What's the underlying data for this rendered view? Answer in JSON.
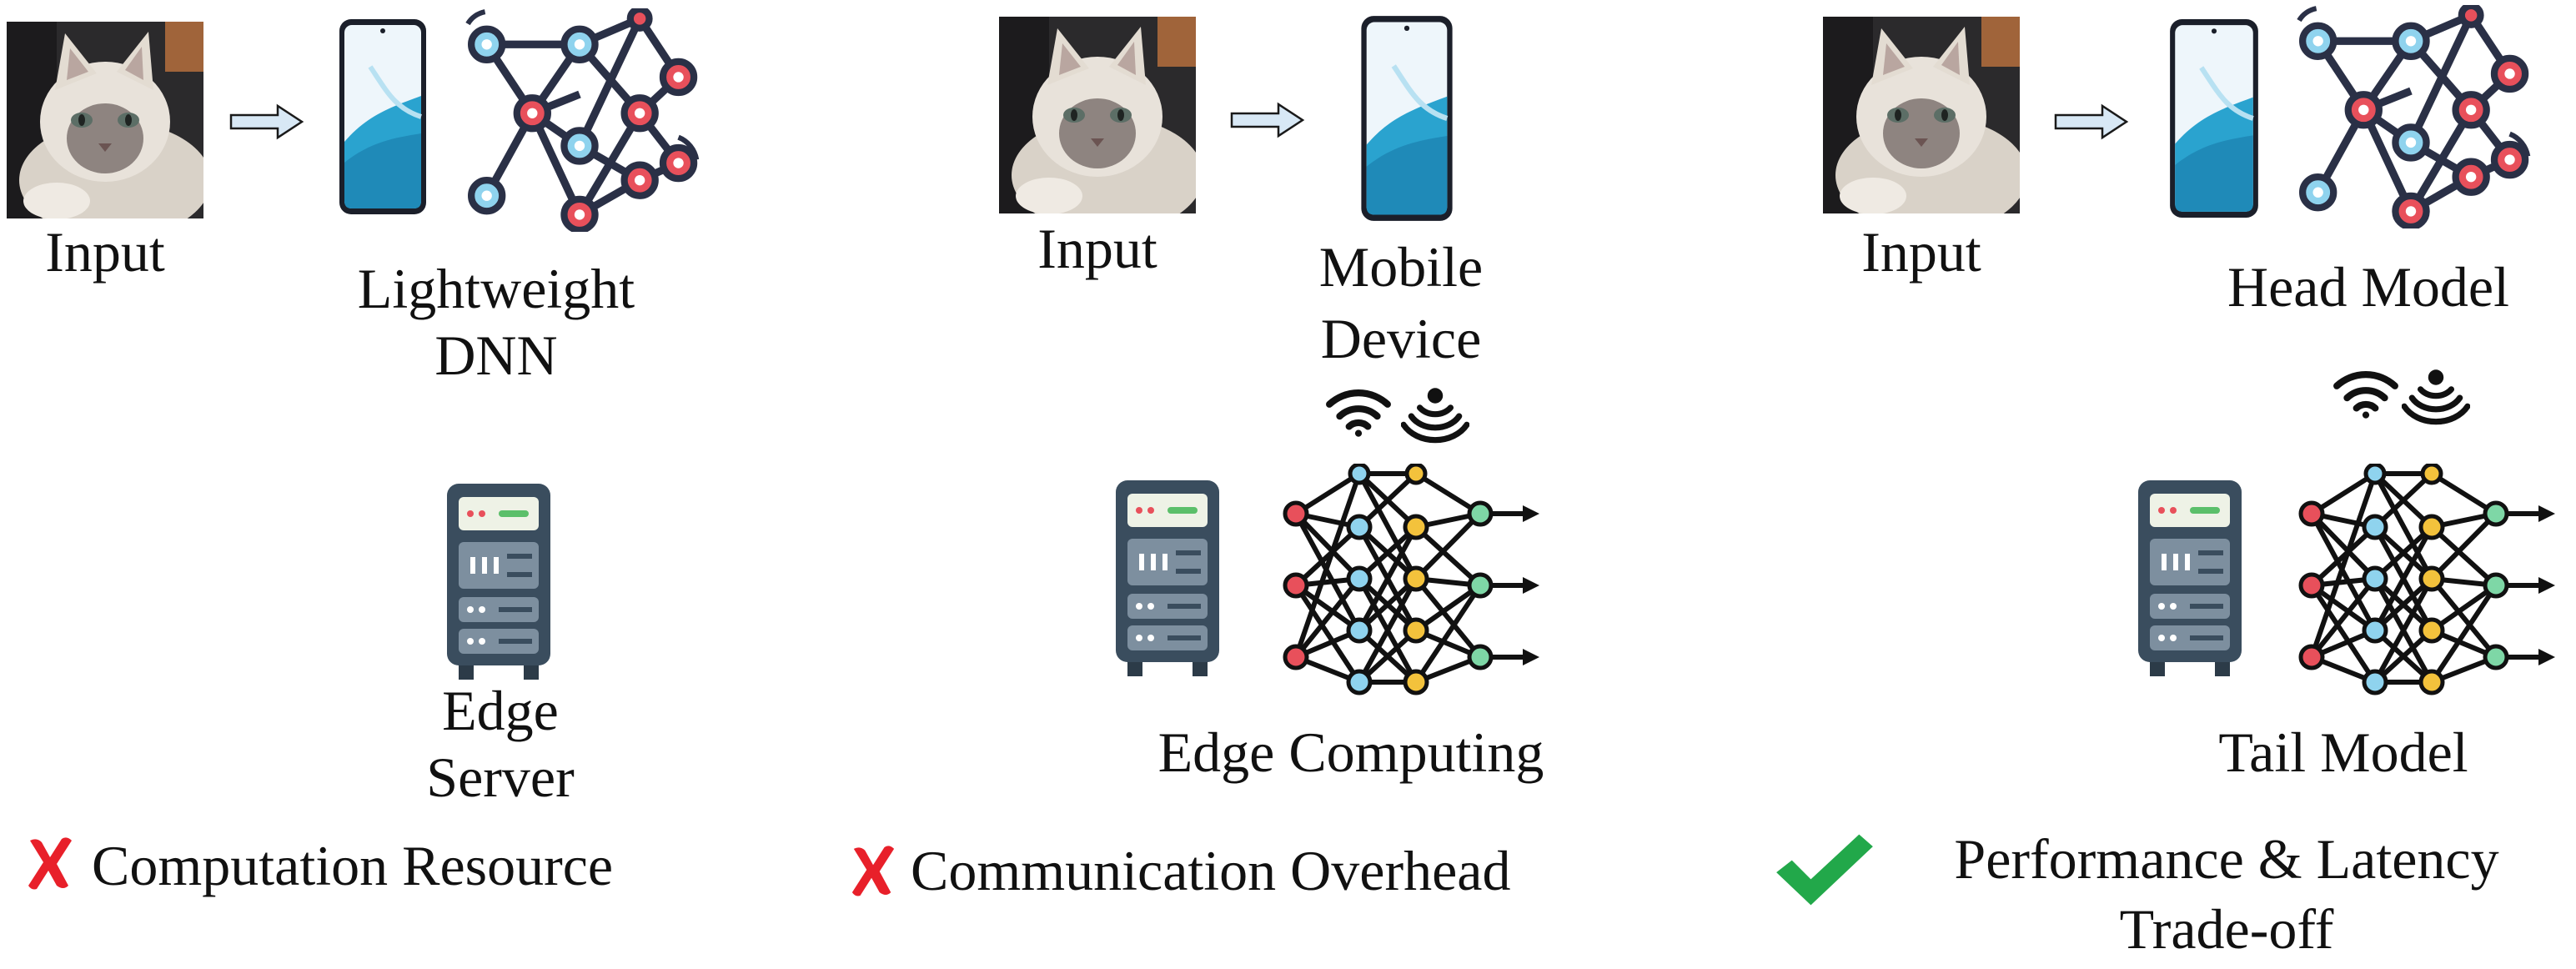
{
  "panels": [
    {
      "input_label": "Input",
      "model_label_line1": "Lightweight",
      "model_label_line2": "DNN",
      "server_label_line1": "Edge",
      "server_label_line2": "Server",
      "verdict_text": "Computation Resource",
      "verdict_icon": "cross-icon",
      "verdict_color": "#e8202a"
    },
    {
      "input_label": "Input",
      "device_label_line1": "Mobile",
      "device_label_line2": "Device",
      "server_label": "Edge Computing",
      "verdict_text": "Communication Overhead",
      "verdict_icon": "cross-icon",
      "verdict_color": "#e8202a"
    },
    {
      "input_label": "Input",
      "head_label": "Head Model",
      "tail_label": "Tail Model",
      "verdict_text_line1": "Performance & Latency",
      "verdict_text_line2": "Trade-off",
      "verdict_icon": "check-icon",
      "verdict_color": "#22a84a"
    }
  ],
  "colors": {
    "server_body": "#3a4d5e",
    "server_panel": "#7d8f9f",
    "phone_screen_top": "#eef6fb",
    "phone_screen_wave": "#2aa3cf",
    "node_red": "#e8505b",
    "node_blue": "#8fd3ee",
    "node_yellow": "#f3c23c",
    "node_green": "#7ed7a6",
    "node_stroke": "#2a3046"
  }
}
